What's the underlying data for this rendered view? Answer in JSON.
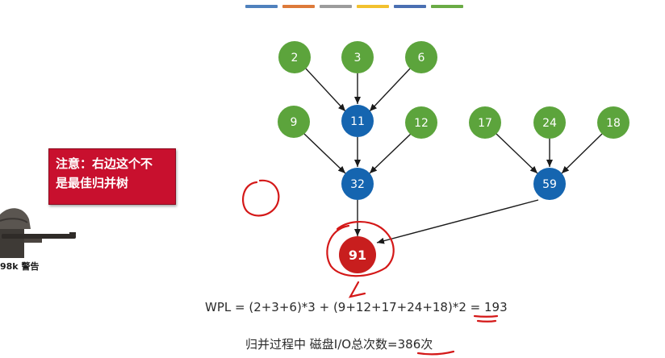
{
  "colors": {
    "green": "#5ca43c",
    "blue": "#1565b0",
    "red": "#c81e1e",
    "annotation_red": "#d41818",
    "callout_red": "#c8102e",
    "arrow": "#1a1a1a"
  },
  "top_strip_colors": [
    "#4f81bd",
    "#dd7a3a",
    "#9c9c9c",
    "#f2c12e",
    "#4a6fb2",
    "#6aab45"
  ],
  "tree": {
    "leaves": [
      "2",
      "3",
      "6",
      "9",
      "12",
      "17",
      "24",
      "18"
    ],
    "internal": [
      "11",
      "32",
      "59"
    ],
    "root": "91"
  },
  "callout_text": "注意：右边这个不\n是最佳归并树",
  "mascot_label": "98k 警告",
  "wpl_formula": {
    "expr": "WPL = (2+3+6)*3 + (9+12+17+24+18)*2 = ",
    "result": "193"
  },
  "io_line": {
    "text": "归并过程中 磁盘I/O总次数=",
    "value": "386",
    "suffix": "次"
  }
}
